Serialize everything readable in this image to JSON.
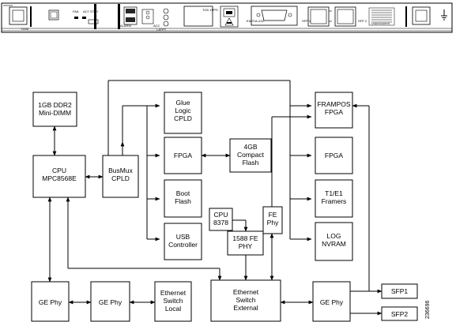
{
  "panel": {
    "labels": {
      "ts": "T5/35",
      "fail": "FAIL",
      "act": "ACT STBY",
      "alarm": "ALARM",
      "acc": "ACC",
      "latpt": "LATPT",
      "tod1": "TOD 1PPS",
      "rs": "EIA/TIA-232",
      "sfp1": "SFP 1",
      "sfp2": "SFP 2",
      "warning": "LASER RADIATION"
    }
  },
  "blocks": {
    "ddr2": [
      "1GB DDR2",
      "Mini-DIMM"
    ],
    "glue": [
      "Glue",
      "Logic",
      "CPLD"
    ],
    "framposFpga": [
      "FRAMPOS",
      "FPGA"
    ],
    "fpgaMid": [
      "FPGA"
    ],
    "compactFlash": [
      "4GB",
      "Compact",
      "Flash"
    ],
    "fpgaRight": [
      "FPGA"
    ],
    "cpu": [
      "CPU",
      "MPC8568E"
    ],
    "busmux": [
      "BusMux",
      "CPLD"
    ],
    "bootFlash": [
      "Boot",
      "Flash"
    ],
    "t1e1": [
      "T1/E1",
      "Framers"
    ],
    "cpu8378": [
      "CPU",
      "8378"
    ],
    "fePhy": [
      "FE",
      "Phy"
    ],
    "fePhy1588": [
      "1588 FE",
      "PHY"
    ],
    "usb": [
      "USB",
      "Controller"
    ],
    "logNvram": [
      "LOG",
      "NVRAM"
    ],
    "gePhy1": [
      "GE Phy"
    ],
    "gePhy2": [
      "GE Phy"
    ],
    "ethLocal": [
      "Ethernet",
      "Switch",
      "Local"
    ],
    "ethExternal": [
      "Ethernet",
      "Switch",
      "External"
    ],
    "gePhyRight": [
      "GE Phy"
    ],
    "sfp1": [
      "SFP1"
    ],
    "sfp2": [
      "SFP2"
    ]
  },
  "figure_id": "236696"
}
